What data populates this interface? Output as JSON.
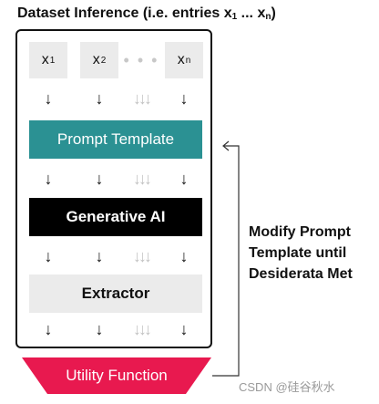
{
  "title": {
    "text": "Dataset Inference (i.e. entries x",
    "sub1": "1",
    "mid": " ... x",
    "subn": "n",
    "end": ")"
  },
  "inputs": {
    "items": [
      {
        "base": "x",
        "sub": "1"
      },
      {
        "base": "x",
        "sub": "2"
      },
      {
        "base": "x",
        "sub": "n"
      }
    ],
    "ellipsis": "• • •"
  },
  "stages": {
    "prompt_template": "Prompt Template",
    "generative_ai": "Generative AI",
    "extractor": "Extractor",
    "utility_function": "Utility Function"
  },
  "colors": {
    "prompt_template": "#2b9193",
    "generative_ai": "#000000",
    "extractor": "#ebebeb",
    "utility_function": "#e8194f"
  },
  "loop": {
    "line1": "Modify Prompt",
    "line2": "Template until",
    "line3": "Desiderata Met"
  },
  "watermark": "CSDN @硅谷秋水"
}
